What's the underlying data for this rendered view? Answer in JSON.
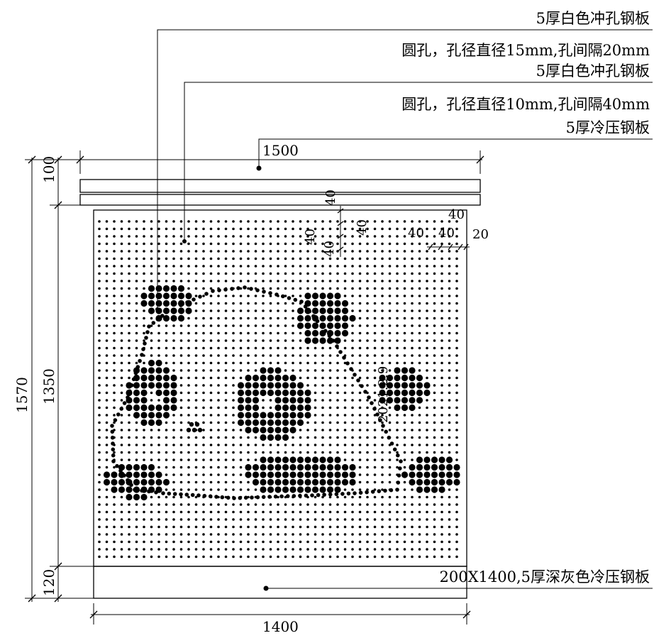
{
  "callouts": {
    "top_plate": "5厚白色冲孔钢板",
    "top_holes": "圆孔，孔径直径15mm,孔间隔20mm",
    "mid_plate": "5厚白色冲孔钢板",
    "mid_holes": "圆孔，孔径直径10mm,孔间隔40mm",
    "cap_plate": "5厚冷压钢板",
    "base_plate": "200X1400,5厚深灰色冷压钢板"
  },
  "dimensions": {
    "cap_width": "1500",
    "cap_height": "100",
    "total_height": "1570",
    "panel_height": "1350",
    "base_height": "120",
    "panel_width": "1400",
    "vert_40_top": "40",
    "vert_40_a": "40",
    "vert_40_b": "40",
    "vert_40_c": "40",
    "horiz_40_top": "40",
    "horiz_40_a": "40",
    "horiz_40_b": "40",
    "horiz_20": "20"
  },
  "artwork": {
    "subject": "panda",
    "date_text": "2021.2.9"
  }
}
